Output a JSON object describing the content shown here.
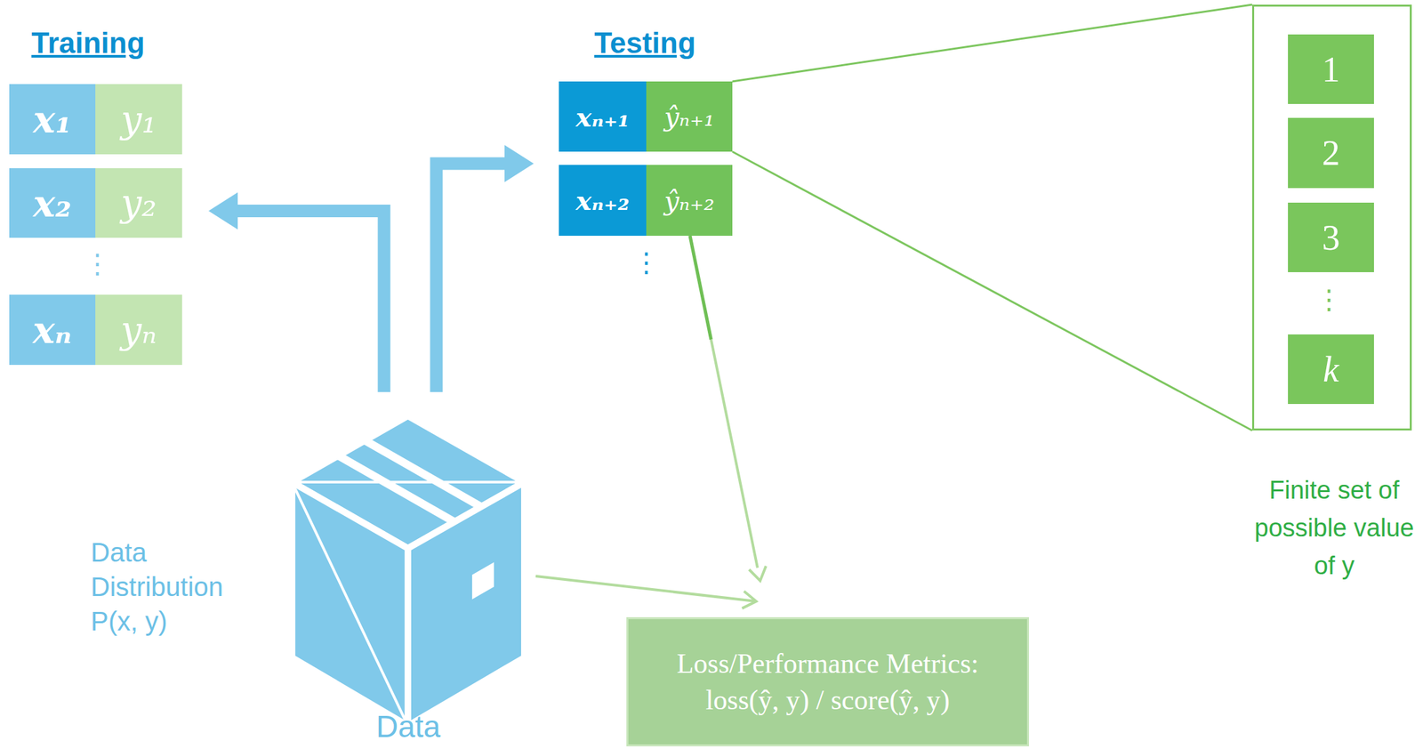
{
  "diagram": {
    "nodes": [
      {
        "text": [
          "x₁"
        ]
      },
      {
        "text": [
          "y₁"
        ]
      },
      {
        "text": [
          "x₂"
        ]
      },
      {
        "text": [
          "y₂"
        ]
      },
      {
        "text": [
          "xₙ"
        ]
      },
      {
        "text": [
          "yₙ"
        ]
      },
      {
        "text": [
          "xₙ₊₁"
        ]
      },
      {
        "text": [
          "ŷₙ₊₁"
        ]
      },
      {
        "text": [
          "xₙ₊₂"
        ]
      },
      {
        "text": [
          "ŷₙ₊₂"
        ]
      },
      {
        "text": [
          "Finite set of possible value of y"
        ]
      },
      {
        "text": [
          "1"
        ],
        "in": 10
      },
      {
        "text": [
          "2"
        ],
        "in": 10
      },
      {
        "text": [
          "3"
        ],
        "in": 10
      },
      {
        "text": [
          "k"
        ],
        "in": 10
      },
      {
        "text": [
          "Data Distribution P(x, y)",
          "Data"
        ]
      },
      {
        "text": [
          "Loss/Performance Metrics: loss(ŷ, y) / score(ŷ, y)"
        ]
      }
    ],
    "edges": [
      {
        "from": 15,
        "to": 3,
        "arrow": "to"
      },
      {
        "from": 15,
        "to": 6,
        "arrow": "to"
      },
      {
        "from": 9,
        "to": 16,
        "arrow": "to"
      },
      {
        "from": 15,
        "to": 16,
        "arrow": "to"
      },
      {
        "from": 7,
        "to": 10,
        "arrow": "none"
      }
    ],
    "labels": [
      "Training",
      "Testing",
      "⋮",
      "⋮",
      "⋮"
    ]
  }
}
